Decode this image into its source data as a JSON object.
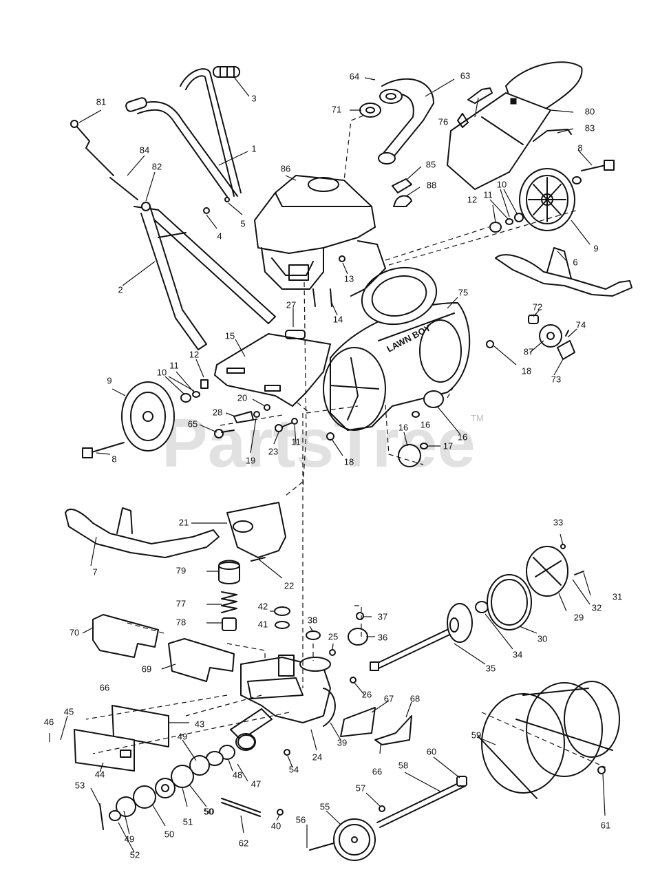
{
  "watermark": {
    "text": "PartsTree",
    "trademark": "TM"
  },
  "chute_label": "LAWN BOY",
  "callouts": [
    "1",
    "2",
    "3",
    "4",
    "5",
    "6",
    "7",
    "8",
    "8",
    "9",
    "9",
    "10",
    "10",
    "11",
    "11",
    "11",
    "12",
    "12",
    "13",
    "14",
    "15",
    "16",
    "16",
    "16",
    "17",
    "18",
    "18",
    "19",
    "20",
    "21",
    "22",
    "23",
    "24",
    "25",
    "26",
    "27",
    "28",
    "29",
    "30",
    "31",
    "32",
    "33",
    "34",
    "35",
    "36",
    "37",
    "38",
    "39",
    "40",
    "41",
    "42",
    "43",
    "44",
    "45",
    "46",
    "47",
    "48",
    "49",
    "49",
    "50",
    "50",
    "50",
    "51",
    "52",
    "53",
    "54",
    "55",
    "56",
    "57",
    "58",
    "59",
    "60",
    "61",
    "62",
    "63",
    "64",
    "65",
    "66",
    "66",
    "67",
    "68",
    "69",
    "70",
    "71",
    "72",
    "73",
    "74",
    "75",
    "76",
    "77",
    "78",
    "79",
    "80",
    "81",
    "82",
    "83",
    "84",
    "85",
    "86",
    "87",
    "88"
  ]
}
